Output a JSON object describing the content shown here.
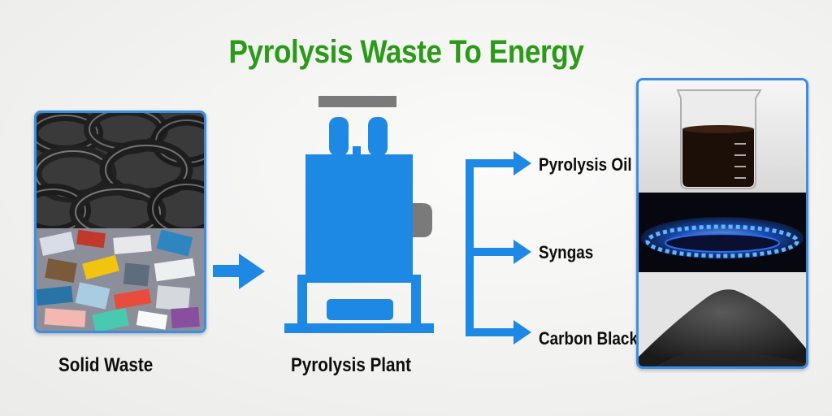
{
  "title": "Pyrolysis Waste To Energy",
  "stages": {
    "input_label": "Solid Waste",
    "plant_label": "Pyrolysis Plant"
  },
  "outputs": [
    {
      "label": "Pyrolysis Oil"
    },
    {
      "label": "Syngas"
    },
    {
      "label": "Carbon Black"
    }
  ],
  "colors": {
    "title": "#2b9a18",
    "diagram_blue": "#1e88e5",
    "frame_blue": "#3b8ee8",
    "machine_grey": "#7a7a7a"
  }
}
